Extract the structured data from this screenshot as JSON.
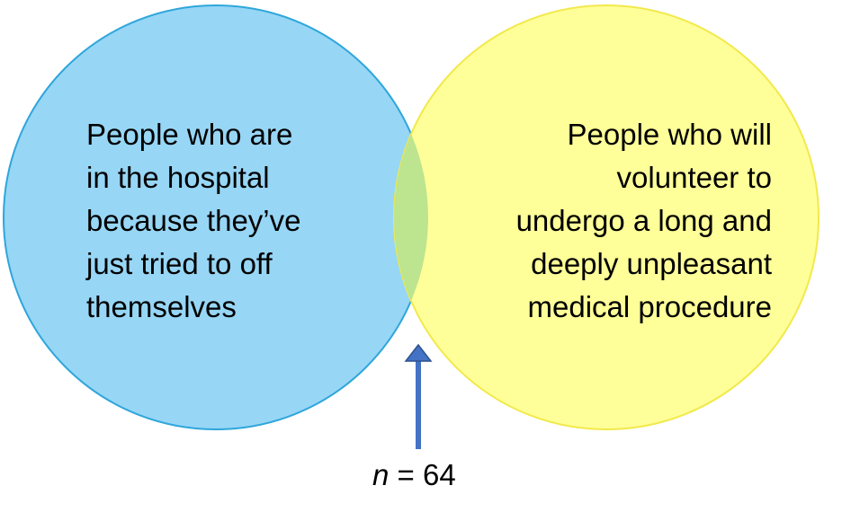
{
  "sets": [
    {
      "id": "left",
      "label_lines": [
        "People who are",
        "in the hospital",
        "because they’ve",
        "just tried to off",
        "themselves"
      ],
      "fill": "#97D6F5",
      "stroke": "#2FA6DB"
    },
    {
      "id": "right",
      "label_lines": [
        "People who will",
        "volunteer to",
        "undergo a long and",
        "deeply unpleasant",
        "medical procedure"
      ],
      "fill": "#FFFF99",
      "stroke": "#F2E94B"
    }
  ],
  "overlap": {
    "fill": "#BDE48E"
  },
  "annotation": {
    "variable": "n",
    "operator": "=",
    "value": "64",
    "arrow_color": "#4472C4",
    "arrow_outline": "#2F528F"
  }
}
